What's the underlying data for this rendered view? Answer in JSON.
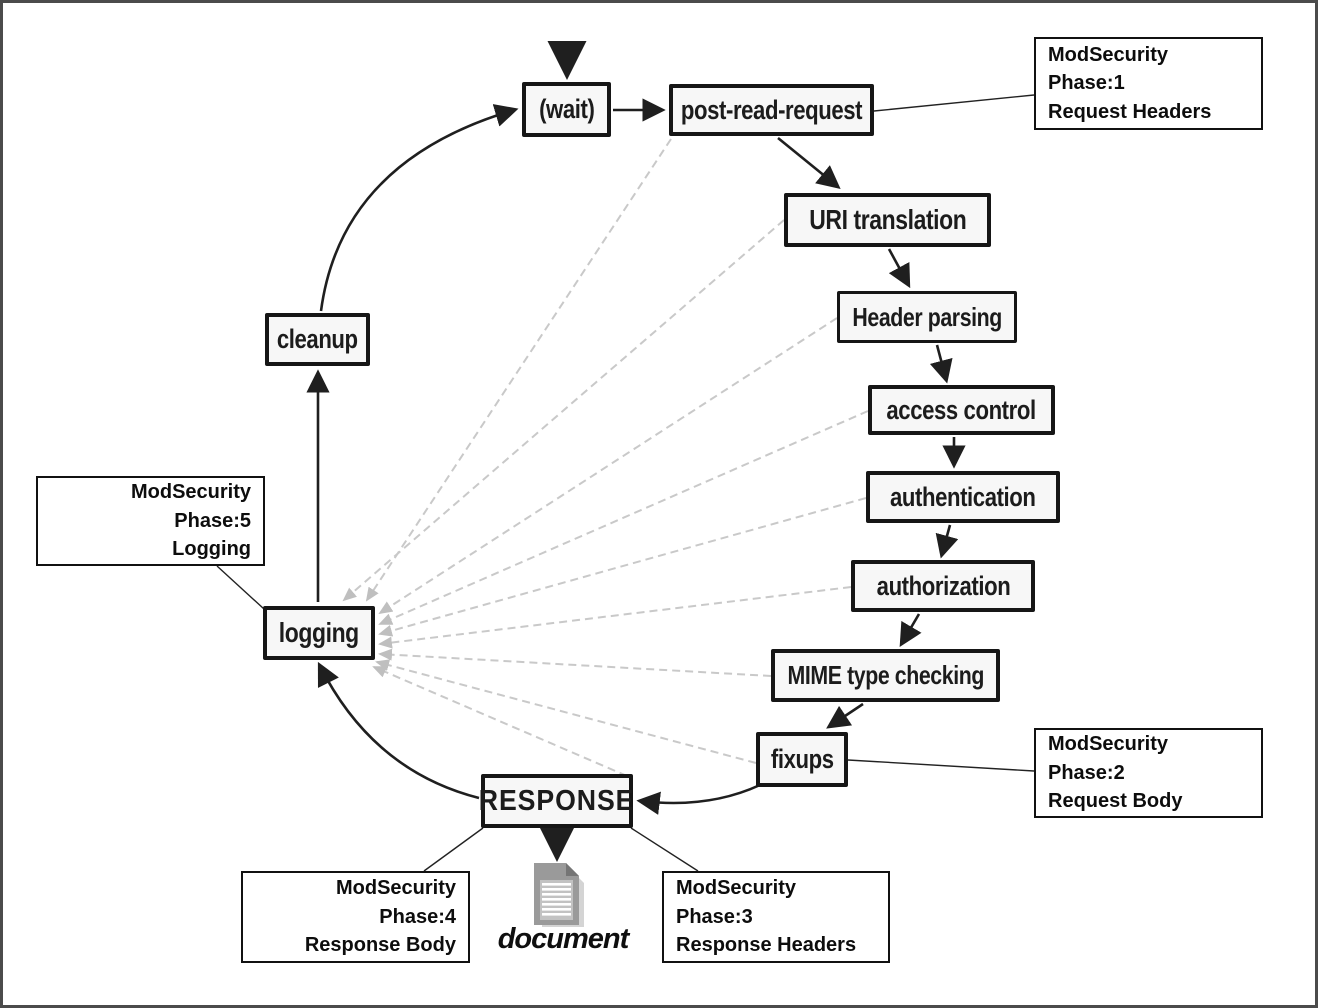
{
  "diagram": {
    "nodes": {
      "wait": {
        "label": "(wait)"
      },
      "post_read_request": {
        "label": "post-read-request"
      },
      "uri_translation": {
        "label": "URI translation"
      },
      "header_parsing": {
        "label": "Header parsing"
      },
      "access_control": {
        "label": "access control"
      },
      "authentication": {
        "label": "authentication"
      },
      "authorization": {
        "label": "authorization"
      },
      "mime_type_checking": {
        "label": "MIME type checking"
      },
      "fixups": {
        "label": "fixups"
      },
      "response": {
        "label": "RESPONSE"
      },
      "logging": {
        "label": "logging"
      },
      "cleanup": {
        "label": "cleanup"
      }
    },
    "annotations": {
      "phase1": {
        "line1": "ModSecurity Phase:1",
        "line2": "Request Headers"
      },
      "phase2": {
        "line1": "ModSecurity Phase:2",
        "line2": "Request Body"
      },
      "phase3": {
        "line1": "ModSecurity Phase:3",
        "line2": "Response Headers"
      },
      "phase4": {
        "line1": "ModSecurity Phase:4",
        "line2": "Response Body"
      },
      "phase5": {
        "line1": "ModSecurity Phase:5",
        "line2": "Logging"
      }
    },
    "document_label": "document",
    "icons": {
      "document": "document-icon"
    },
    "colors": {
      "node_border": "#161616",
      "node_fill": "#f7f7f7",
      "solid_arrow": "#1f1f1f",
      "dashed_arrow": "#c9c9c9",
      "frame_border": "#4b4b4b"
    }
  }
}
